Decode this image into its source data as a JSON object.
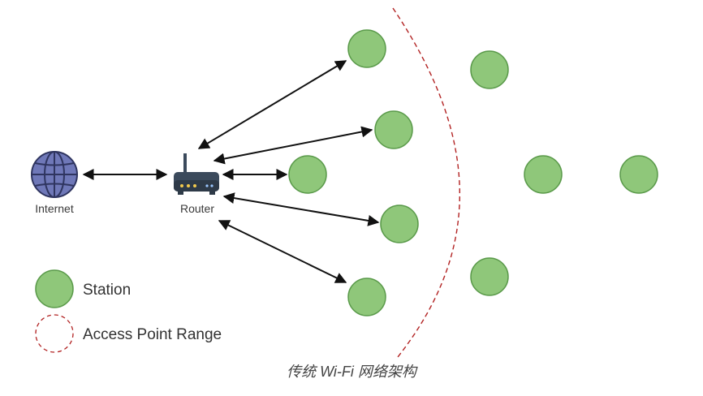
{
  "nodes": {
    "internet": {
      "label": "Internet",
      "icon": "globe-icon"
    },
    "router": {
      "label": "Router",
      "icon": "router-icon"
    }
  },
  "legend": {
    "station_label": "Station",
    "range_label": "Access Point Range"
  },
  "caption": "传统 Wi-Fi 网络架构",
  "colors": {
    "station_fill": "#8fc77a",
    "station_stroke": "#5a9a4a",
    "globe_fill": "#6f78b8",
    "range_stroke": "#b22222",
    "arrow": "#111111"
  },
  "stations_in_range": 5,
  "stations_out_of_range": 4
}
